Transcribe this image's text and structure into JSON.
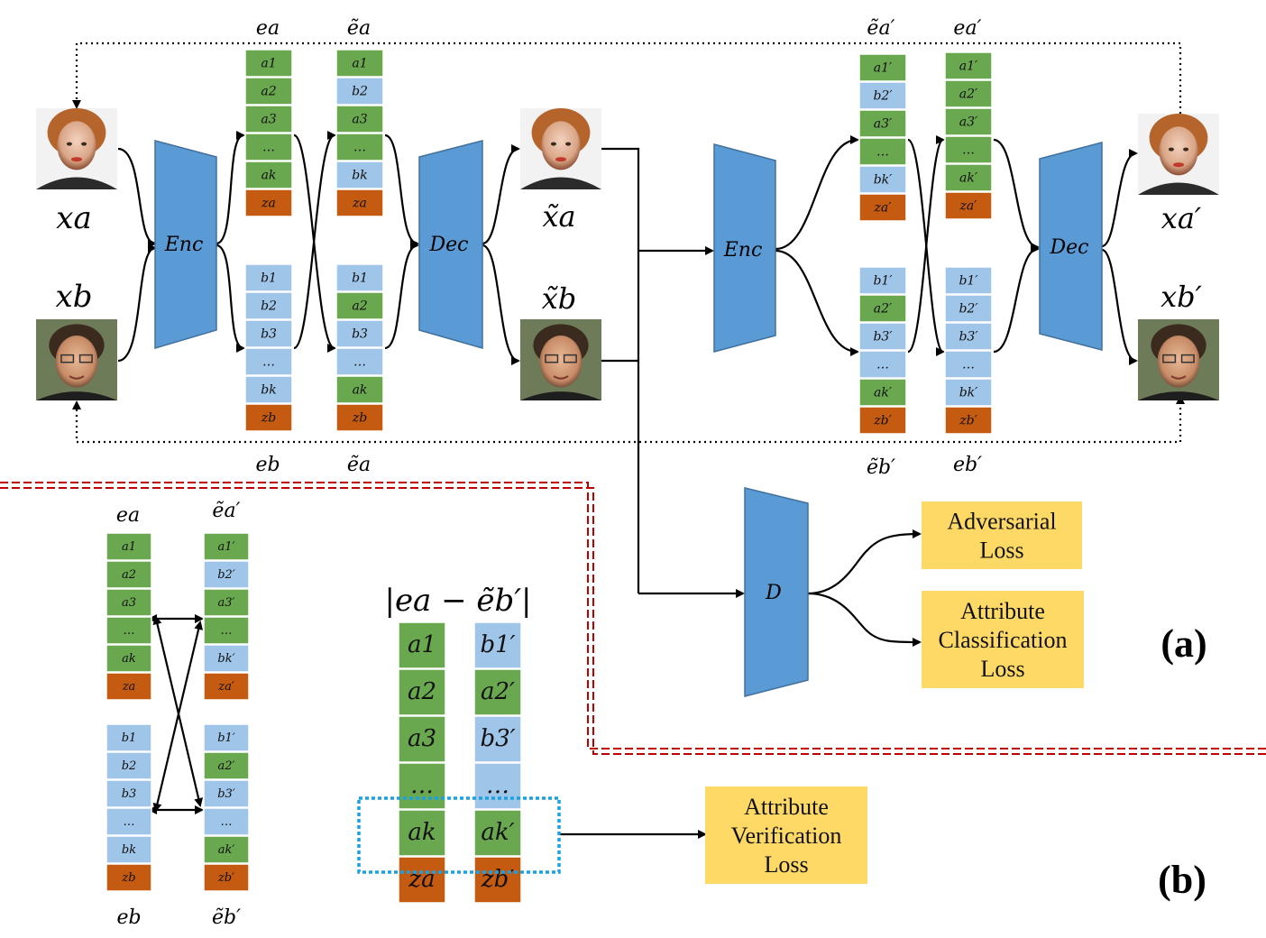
{
  "colors": {
    "green": "#6aa84f",
    "blue": "#9fc5e8",
    "orange": "#c55a11",
    "block": "#5b9bd5",
    "block_edge": "#41719c",
    "loss": "#ffd966",
    "sep": "#c00000",
    "dash_box": "#1ba1e2"
  },
  "labels": {
    "x_a": "xa",
    "x_b": "xb",
    "enc": "Enc",
    "dec": "Dec",
    "d": "D",
    "xt_a": "x̃a",
    "xt_b": "x̃b",
    "x_a_p": "xa′",
    "x_b_p": "xb′",
    "e_a": "ea",
    "e_b": "eb",
    "et_a": "ẽa",
    "et_a_bottom": "ẽa",
    "et_a_p": "ẽa′",
    "e_a_p": "ea′",
    "et_b_p": "ẽb′",
    "e_b_p": "eb′",
    "abs_expr": "|ea − ẽb′|"
  },
  "losses": {
    "adv": [
      "Adversarial",
      "Loss"
    ],
    "cls": [
      "Attribute",
      "Classification",
      "Loss"
    ],
    "ver": [
      "Attribute",
      "Verification",
      "Loss"
    ]
  },
  "panels": {
    "a": "(a)",
    "b": "(b)"
  },
  "columns": [
    {
      "id": "ea",
      "cells": [
        [
          "a1",
          "g"
        ],
        [
          "a2",
          "g"
        ],
        [
          "a3",
          "g"
        ],
        [
          "…",
          "g"
        ],
        [
          "ak",
          "g"
        ],
        [
          "za",
          "o"
        ]
      ]
    },
    {
      "id": "eta",
      "cells": [
        [
          "a1",
          "g"
        ],
        [
          "b2",
          "b"
        ],
        [
          "a3",
          "g"
        ],
        [
          "…",
          "g"
        ],
        [
          "bk",
          "b"
        ],
        [
          "za",
          "o"
        ]
      ]
    },
    {
      "id": "eb",
      "cells": [
        [
          "b1",
          "b"
        ],
        [
          "b2",
          "b"
        ],
        [
          "b3",
          "b"
        ],
        [
          "…",
          "b"
        ],
        [
          "bk",
          "b"
        ],
        [
          "zb",
          "o"
        ]
      ]
    },
    {
      "id": "etb",
      "cells": [
        [
          "b1",
          "b"
        ],
        [
          "a2",
          "g"
        ],
        [
          "b3",
          "b"
        ],
        [
          "…",
          "b"
        ],
        [
          "ak",
          "g"
        ],
        [
          "zb",
          "o"
        ]
      ]
    },
    {
      "id": "etap",
      "cells": [
        [
          "a1′",
          "g"
        ],
        [
          "b2′",
          "b"
        ],
        [
          "a3′",
          "g"
        ],
        [
          "…",
          "g"
        ],
        [
          "bk′",
          "b"
        ],
        [
          "za′",
          "o"
        ]
      ]
    },
    {
      "id": "eap",
      "cells": [
        [
          "a1′",
          "g"
        ],
        [
          "a2′",
          "g"
        ],
        [
          "a3′",
          "g"
        ],
        [
          "…",
          "g"
        ],
        [
          "ak′",
          "g"
        ],
        [
          "za′",
          "o"
        ]
      ]
    },
    {
      "id": "etbp",
      "cells": [
        [
          "b1′",
          "b"
        ],
        [
          "a2′",
          "g"
        ],
        [
          "b3′",
          "b"
        ],
        [
          "…",
          "b"
        ],
        [
          "ak′",
          "g"
        ],
        [
          "zb′",
          "o"
        ]
      ]
    },
    {
      "id": "ebp",
      "cells": [
        [
          "b1′",
          "b"
        ],
        [
          "b2′",
          "b"
        ],
        [
          "b3′",
          "b"
        ],
        [
          "…",
          "b"
        ],
        [
          "bk′",
          "b"
        ],
        [
          "zb′",
          "o"
        ]
      ]
    },
    {
      "id": "b_ea",
      "cells": [
        [
          "a1",
          "g"
        ],
        [
          "a2",
          "g"
        ],
        [
          "a3",
          "g"
        ],
        [
          "…",
          "g"
        ],
        [
          "ak",
          "g"
        ],
        [
          "za",
          "o"
        ]
      ]
    },
    {
      "id": "b_etap",
      "cells": [
        [
          "a1′",
          "g"
        ],
        [
          "b2′",
          "b"
        ],
        [
          "a3′",
          "g"
        ],
        [
          "…",
          "g"
        ],
        [
          "bk′",
          "b"
        ],
        [
          "za′",
          "o"
        ]
      ]
    },
    {
      "id": "b_eb",
      "cells": [
        [
          "b1",
          "b"
        ],
        [
          "b2",
          "b"
        ],
        [
          "b3",
          "b"
        ],
        [
          "…",
          "b"
        ],
        [
          "bk",
          "b"
        ],
        [
          "zb",
          "o"
        ]
      ]
    },
    {
      "id": "b_etbp",
      "cells": [
        [
          "b1′",
          "b"
        ],
        [
          "a2′",
          "g"
        ],
        [
          "b3′",
          "b"
        ],
        [
          "…",
          "b"
        ],
        [
          "ak′",
          "g"
        ],
        [
          "zb′",
          "o"
        ]
      ]
    },
    {
      "id": "big_ea",
      "cells": [
        [
          "a1",
          "g"
        ],
        [
          "a2",
          "g"
        ],
        [
          "a3",
          "g"
        ],
        [
          "…",
          "g"
        ],
        [
          "ak",
          "g"
        ],
        [
          "za",
          "o"
        ]
      ]
    },
    {
      "id": "big_etbp",
      "cells": [
        [
          "b1′",
          "b"
        ],
        [
          "a2′",
          "g"
        ],
        [
          "b3′",
          "b"
        ],
        [
          "…",
          "b"
        ],
        [
          "ak′",
          "g"
        ],
        [
          "zb′",
          "o"
        ]
      ]
    }
  ]
}
